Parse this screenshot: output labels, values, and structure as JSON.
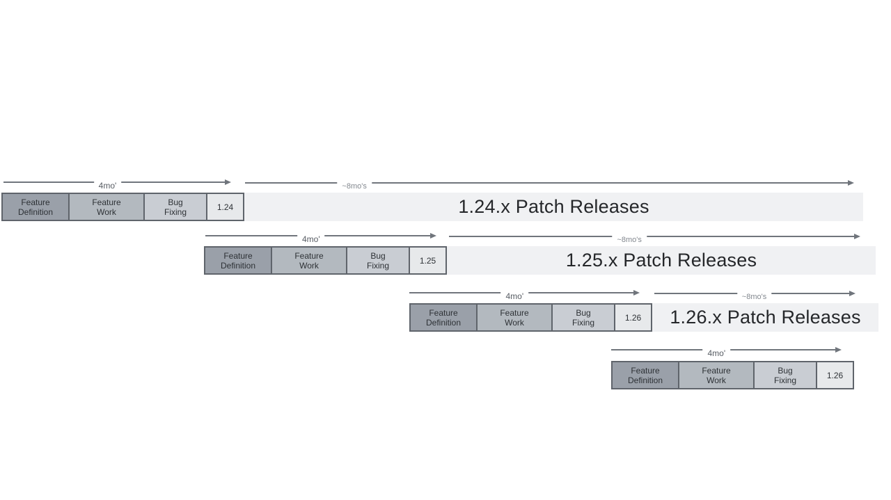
{
  "page": {
    "background": "#ffffff"
  },
  "colors": {
    "feature_definition_fill": "#9aa0a9",
    "feature_work_fill": "#b3b9bf",
    "bug_fixing_fill": "#c9cdd3",
    "version_box_fill": "#e7e9eb",
    "patch_bar_fill": "#f0f1f3",
    "box_border": "#5f646b",
    "arrow": "#70757c"
  },
  "diagram": {
    "rows": [
      {
        "version": "1.24",
        "cycle_arrow_label": "4mo'",
        "patch_arrow_label": "~8mo's",
        "patch_releases_label": "1.24.x Patch Releases",
        "phases": [
          {
            "label": "Feature\nDefinition"
          },
          {
            "label": "Feature\nWork"
          },
          {
            "label": "Bug\nFixing"
          }
        ]
      },
      {
        "version": "1.25",
        "cycle_arrow_label": "4mo'",
        "patch_arrow_label": "~8mo's",
        "patch_releases_label": "1.25.x Patch Releases",
        "phases": [
          {
            "label": "Feature\nDefinition"
          },
          {
            "label": "Feature\nWork"
          },
          {
            "label": "Bug\nFixing"
          }
        ]
      },
      {
        "version": "1.26",
        "cycle_arrow_label": "4mo'",
        "patch_arrow_label": "~8mo's",
        "patch_releases_label": "1.26.x Patch Releases",
        "phases": [
          {
            "label": "Feature\nDefinition"
          },
          {
            "label": "Feature\nWork"
          },
          {
            "label": "Bug\nFixing"
          }
        ]
      },
      {
        "version": "1.26",
        "cycle_arrow_label": "4mo'",
        "phases": [
          {
            "label": "Feature\nDefinition"
          },
          {
            "label": "Feature\nWork"
          },
          {
            "label": "Bug\nFixing"
          }
        ]
      }
    ]
  }
}
